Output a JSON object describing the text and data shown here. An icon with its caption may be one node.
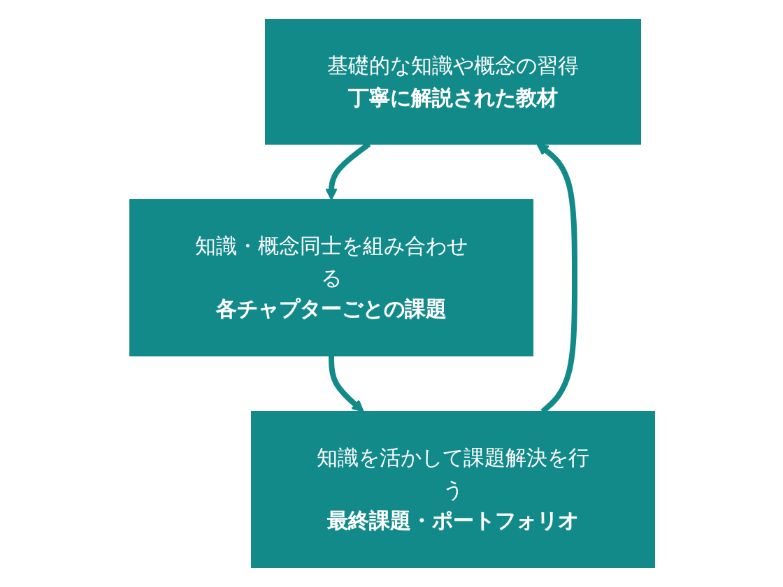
{
  "diagram": {
    "nodes": [
      {
        "text": [
          "基礎的な知識や概念の習得",
          "丁寧に解説された教材"
        ]
      },
      {
        "text": [
          "知識・概念同士を組み合わせる",
          "各チャプターごとの課題"
        ]
      },
      {
        "text": [
          "知識を活かして課題解決を行う",
          "最終課題・ポートフォリオ"
        ]
      }
    ],
    "edges": [
      {
        "from": 0,
        "to": 1,
        "arrow": "to"
      },
      {
        "from": 1,
        "to": 2,
        "arrow": "to"
      },
      {
        "from": 2,
        "to": 0,
        "arrow": "to"
      }
    ]
  }
}
